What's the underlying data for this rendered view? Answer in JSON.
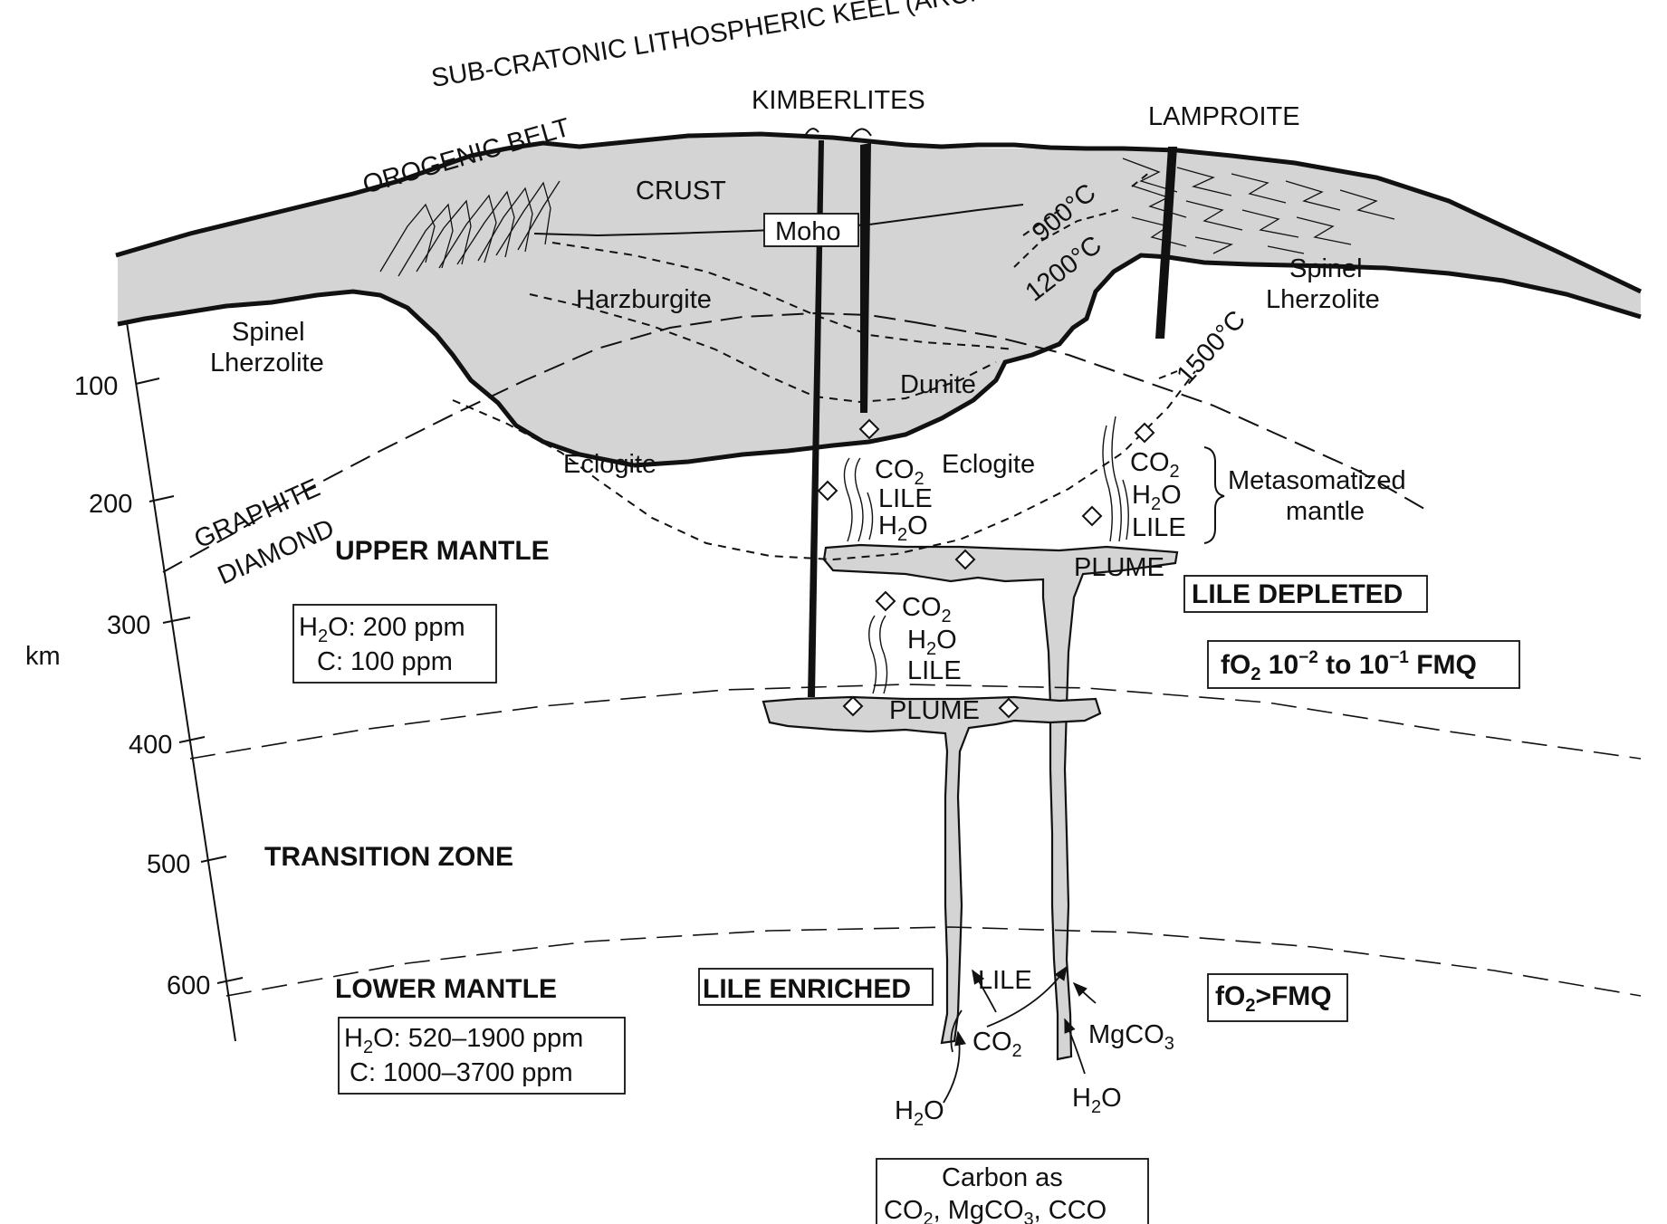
{
  "title": "SUB-CRATONIC LITHOSPHERIC KEEL (ARCHEAN?)",
  "colors": {
    "rock": "#d4d4d4",
    "ink": "#111111",
    "background": "#ffffff"
  },
  "surface_labels": {
    "kimberlites": "KIMBERLITES",
    "lamproite": "LAMPROITE",
    "orogenic_belt": "OROGENIC BELT",
    "crust": "CRUST",
    "moho": "Moho"
  },
  "isotherms": {
    "t900": "900°C",
    "t1200": "1200°C",
    "t1500": "1500°C"
  },
  "rock_labels": {
    "spinel_left_1": "Spinel",
    "spinel_left_2": "Lherzolite",
    "spinel_right_1": "Spinel",
    "spinel_right_2": "Lherzolite",
    "harzburgite": "Harzburgite",
    "dunite": "Dunite",
    "eclogite_left": "Eclogite",
    "eclogite_right": "Eclogite"
  },
  "graphite_diamond": {
    "graphite": "GRAPHITE",
    "diamond": "DIAMOND"
  },
  "depth_axis": {
    "unit": "km",
    "ticks": [
      "100",
      "200",
      "300",
      "400",
      "500",
      "600"
    ]
  },
  "zones": {
    "upper_mantle": "UPPER MANTLE",
    "transition_zone": "TRANSITION ZONE",
    "lower_mantle": "LOWER MANTLE"
  },
  "upper_mantle_box": {
    "h2o_prefix": "H",
    "h2o_sub": "2",
    "h2o_suffix": "O: 200 ppm",
    "c_line": "C: 100 ppm"
  },
  "lower_mantle_box": {
    "h2o_prefix": "H",
    "h2o_sub": "2",
    "h2o_suffix": "O: 520–1900 ppm",
    "c_line": "C: 1000–3700 ppm"
  },
  "volatiles": {
    "co": "CO",
    "two": "2",
    "three": "3",
    "lile": "LILE",
    "h": "H",
    "o": "O",
    "mgco": "MgCO"
  },
  "metasomatized": {
    "line1": "Metasomatized",
    "line2": "mantle"
  },
  "plume_label": "PLUME",
  "lile_depleted": "LILE DEPLETED",
  "lile_enriched": "LILE ENRICHED",
  "fo2_upper": {
    "f": "fO",
    "sub": "2",
    "a": " 10",
    "exp1": "−2",
    "b": " to 10",
    "exp2": "−1",
    "c": " FMQ"
  },
  "fo2_lower": {
    "f": "fO",
    "sub": "2",
    "rest": ">FMQ"
  },
  "carbon_box": {
    "line1": "Carbon as",
    "co": "CO",
    "sub2": "2",
    "mg": ", MgCO",
    "sub3": "3",
    "cco": ", CCO"
  }
}
